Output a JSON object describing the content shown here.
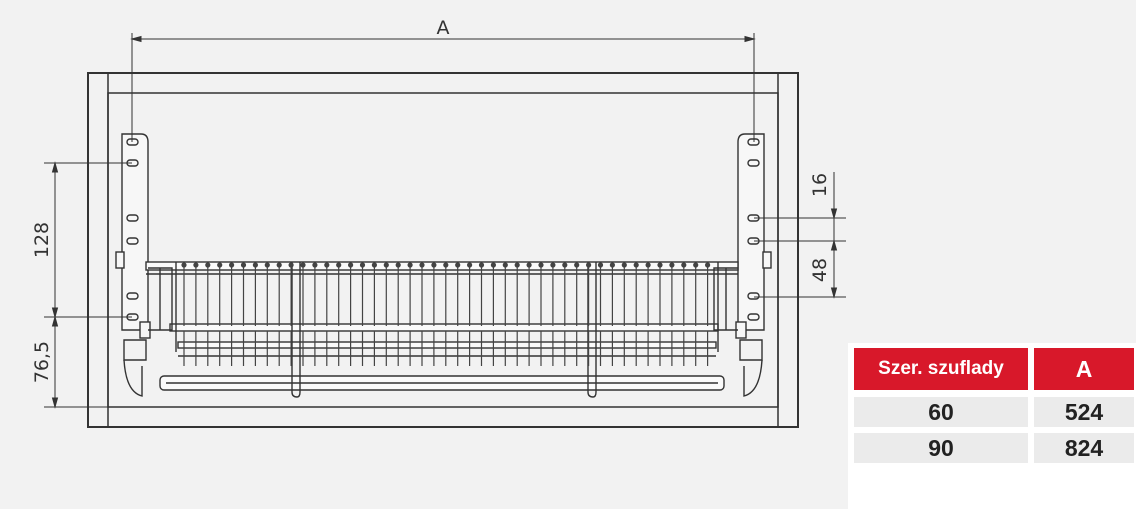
{
  "diagram": {
    "dimension_labels": {
      "width": "A",
      "hole_to_hole": "128",
      "bottom_to_hole": "76,5",
      "top_hole_spacing": "16",
      "lower_hole_spacing": "48"
    }
  },
  "table": {
    "header_color": "#d8182a",
    "header": [
      "Szer. szuflady",
      "A"
    ],
    "rows": [
      [
        "60",
        "524"
      ],
      [
        "90",
        "824"
      ]
    ]
  }
}
